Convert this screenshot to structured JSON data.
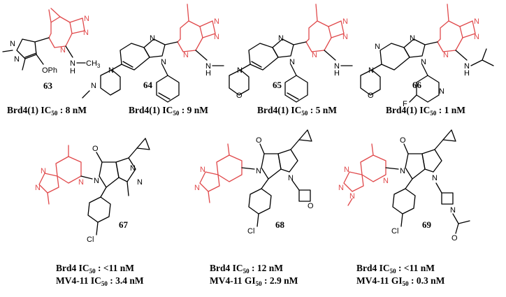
{
  "compounds": [
    {
      "id": "c63",
      "number": "63",
      "lines": [
        {
          "pre": "Brd4(1) IC",
          "sub": "50",
          "post": " : 8 nM"
        }
      ],
      "atoms": {
        "n1": "N",
        "n2": "N",
        "n3": "N",
        "n4": "N",
        "n5": "N",
        "n6": "N",
        "nh": "N",
        "h": "H",
        "ch3": "CH",
        "ch3sub": "3",
        "oph": "OPh"
      }
    },
    {
      "id": "c64",
      "number": "64",
      "lines": [
        {
          "pre": "Brd4(1) IC",
          "sub": "50",
          "post": " : 9 nM"
        }
      ],
      "atoms": {
        "n1": "N",
        "n2": "N",
        "n3": "N",
        "n4": "N",
        "n5": "N",
        "n6": "N",
        "nh": "N",
        "h": "H",
        "np1": "N",
        "np2": "N"
      }
    },
    {
      "id": "c65",
      "number": "65",
      "lines": [
        {
          "pre": "Brd4(1) IC",
          "sub": "50",
          "post": " :  5 nM"
        }
      ],
      "atoms": {
        "n1": "N",
        "n2": "N",
        "n3": "N",
        "n4": "N",
        "n5": "N",
        "n6": "N",
        "nh": "N",
        "h": "H",
        "nm": "N",
        "om": "O"
      }
    },
    {
      "id": "c66",
      "number": "66",
      "lines": [
        {
          "pre": "Brd4(1) IC",
          "sub": "50",
          "post": " : 1 nM"
        }
      ],
      "atoms": {
        "n1": "N",
        "n2": "N",
        "n3": "N",
        "n4": "N",
        "n5": "N",
        "n6": "N",
        "n7": "N",
        "nh": "N",
        "h": "H",
        "nm": "N",
        "om": "O",
        "npy": "N",
        "f": "F"
      }
    },
    {
      "id": "c67",
      "number": "67",
      "lines": [
        {
          "pre": "Brd4 IC",
          "sub": "50",
          "post": " : <11 nM"
        },
        {
          "pre": "MV4-11 IC",
          "sub": "50",
          "post": " : 3.4 nM"
        }
      ],
      "atoms": {
        "n1": "N",
        "n2": "N",
        "n3": "N",
        "n4": "N",
        "nam": "N",
        "npz1": "N",
        "npz2": "N",
        "o": "O",
        "cl": "Cl"
      }
    },
    {
      "id": "c68",
      "number": "68",
      "lines": [
        {
          "pre": "Brd4 IC",
          "sub": "50",
          "post": " : 12  nM"
        },
        {
          "pre": "MV4-11 GI",
          "sub": "50",
          "post": " : 2.9 nM"
        }
      ],
      "atoms": {
        "n1": "N",
        "n2": "N",
        "n3": "N",
        "n4": "N",
        "nam": "N",
        "npyr": "N",
        "o": "O",
        "ox": "O",
        "cl": "Cl"
      }
    },
    {
      "id": "c69",
      "number": "69",
      "lines": [
        {
          "pre": "Brd4 IC",
          "sub": "50",
          "post": " : <11  nM"
        },
        {
          "pre": "MV4-11 GI",
          "sub": "50",
          "post": " : 0.3 nM"
        }
      ],
      "atoms": {
        "n1": "N",
        "n2": "N",
        "n3": "N",
        "n4": "N",
        "nam": "N",
        "npyr": "N",
        "naz": "N",
        "o": "O",
        "o2": "O",
        "cl": "Cl"
      }
    }
  ],
  "colors": {
    "highlight": "#e0494b",
    "ink": "#000000"
  }
}
